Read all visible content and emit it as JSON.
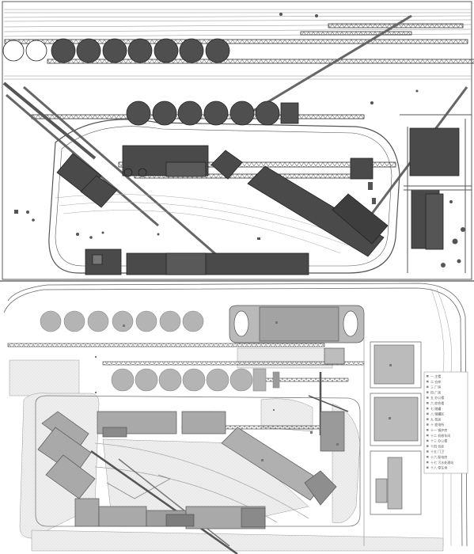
{
  "diagram": {
    "type": "site-plan-comparison",
    "panels": [
      {
        "id": "existing-plan",
        "tone": "dark"
      },
      {
        "id": "proposed-plan",
        "tone": "light"
      }
    ],
    "legend_items": [
      "一 主楼",
      "二 仓库",
      "三 厂房",
      "四 厂房",
      "五 办公楼",
      "六 综合楼",
      "七 储罐",
      "八 储罐区",
      "九 泵房",
      "十 变电所",
      "十一 锅炉房",
      "十二 机修车间",
      "十三 办公楼",
      "十四 仓库",
      "十五 门卫",
      "十六 配电房",
      "十七 污水处理站",
      "十八 停车场"
    ],
    "colors": {
      "dark_fill": "#4a4a4a",
      "mid_fill": "#666666",
      "light_fill": "#b4b4b4",
      "hatch": "#e3e3e3",
      "line": "#3a3a3a"
    }
  }
}
